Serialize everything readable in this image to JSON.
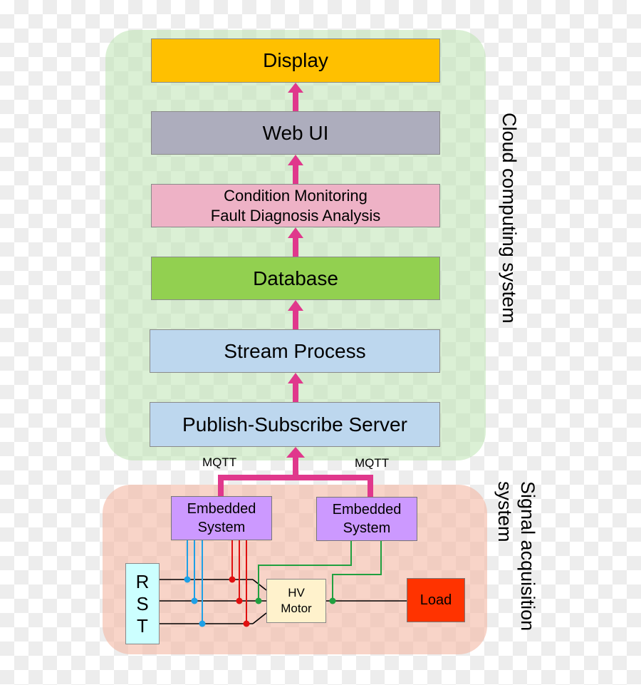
{
  "layers": {
    "display": "Display",
    "web_ui": "Web UI",
    "condition_monitoring_line1": "Condition Monitoring",
    "condition_monitoring_line2": "Fault Diagnosis Analysis",
    "database": "Database",
    "stream_process": "Stream Process",
    "publish_subscribe": "Publish-Subscribe Server"
  },
  "protocol_labels": [
    "MQTT",
    "MQTT"
  ],
  "embedded_systems": [
    {
      "line1": "Embedded",
      "line2": "System"
    },
    {
      "line1": "Embedded",
      "line2": "System"
    }
  ],
  "rst": [
    "R",
    "S",
    "T"
  ],
  "motor": {
    "line1": "HV",
    "line2": "Motor"
  },
  "load": "Load",
  "group_labels": {
    "cloud": "Cloud computing system",
    "signal": "Signal acquisition system"
  },
  "colors": {
    "arrow": "#e0388c",
    "display": "#ffc000",
    "web_ui": "#adadbd",
    "condition_monitoring": "#eeb2c6",
    "database": "#92d050",
    "stream_process": "#bdd7ee",
    "publish_subscribe": "#bdd7ee",
    "embedded": "#cc99ff",
    "rst": "#ccffff",
    "motor": "#fff2cc",
    "load": "#ff3300",
    "current_probe": "#1ea0e6",
    "voltage_probe": "#e01010",
    "motor_probe": "#20a040"
  }
}
